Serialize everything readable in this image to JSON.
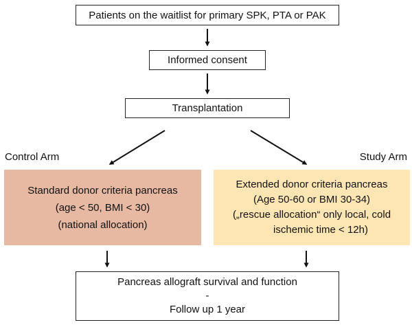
{
  "flow": {
    "start": "Patients on the waitlist for primary SPK, PTA or PAK",
    "consent": "Informed consent",
    "transplantation": "Transplantation"
  },
  "arms": {
    "control_label": "Control Arm",
    "study_label": "Study Arm"
  },
  "standard_box": {
    "lines": [
      "Standard donor criteria pancreas",
      "(age < 50, BMI < 30)",
      "(national allocation)"
    ],
    "fill": "#e7b9a3"
  },
  "extended_box": {
    "lines": [
      "Extended donor criteria pancreas",
      "(Age 50-60 or BMI 30-34)",
      "(„rescue allocation“ only local, cold",
      "ischemic time < 12h)"
    ],
    "fill": "#fde6b4"
  },
  "outcome_box": {
    "lines": [
      "Pancreas allograft survival and function",
      "-",
      "Follow up 1 year"
    ]
  },
  "colors": {
    "arrow": "#111111",
    "border": "#222222"
  }
}
